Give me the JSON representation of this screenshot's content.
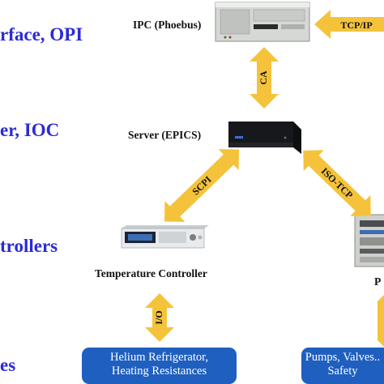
{
  "layers": {
    "interface": "rface, OPI",
    "ioc": "er, IOC",
    "controllers": "trollers",
    "devices": "es"
  },
  "nodes": {
    "ipc": "IPC (Phoebus)",
    "server": "Server (EPICS)",
    "temperature_controller": "Temperature Controller",
    "plc": "P"
  },
  "connections": {
    "tcp_ip": "TCP/IP",
    "ca": "CA",
    "scpi": "SCPI",
    "iso_tcp": "ISO-TCP",
    "io": "I/O"
  },
  "devices": {
    "helium": {
      "line1": "Helium Refrigerator,",
      "line2": "Heating Resistances"
    },
    "pumps": {
      "line1": "Pumps, Valves..",
      "line2": "Safety"
    }
  },
  "colors": {
    "arrow": "#f5c33b",
    "layer_text": "#2b2bd6",
    "device_box": "#1f5fbf"
  }
}
